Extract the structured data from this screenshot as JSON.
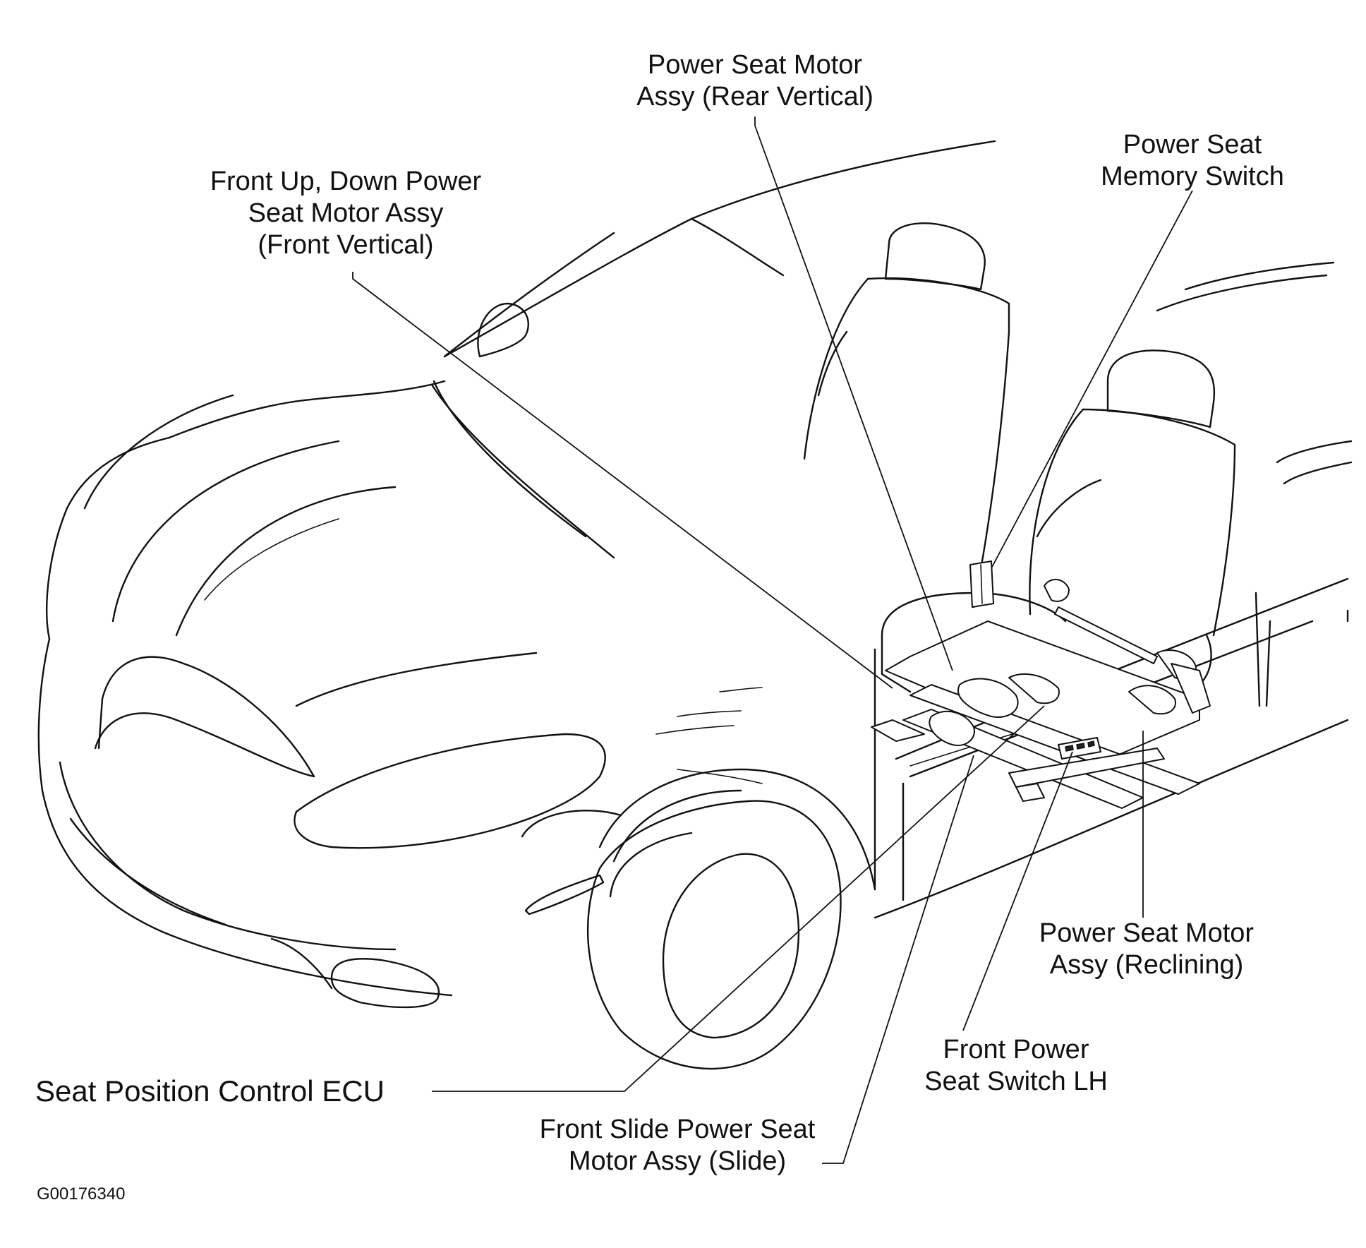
{
  "figure_id": "G00176340",
  "labels": {
    "rear_vertical": [
      "Power Seat Motor",
      "Assy (Rear Vertical)"
    ],
    "memory_switch": [
      "Power Seat",
      "Memory Switch"
    ],
    "front_vertical": [
      "Front Up, Down Power",
      "Seat Motor Assy",
      "(Front Vertical)"
    ],
    "reclining": [
      "Power Seat Motor",
      "Assy (Reclining)"
    ],
    "seat_switch": [
      "Front Power",
      "Seat Switch LH"
    ],
    "ecu": "Seat Position Control ECU",
    "slide": [
      "Front Slide Power Seat",
      "Motor Assy (Slide)"
    ]
  }
}
